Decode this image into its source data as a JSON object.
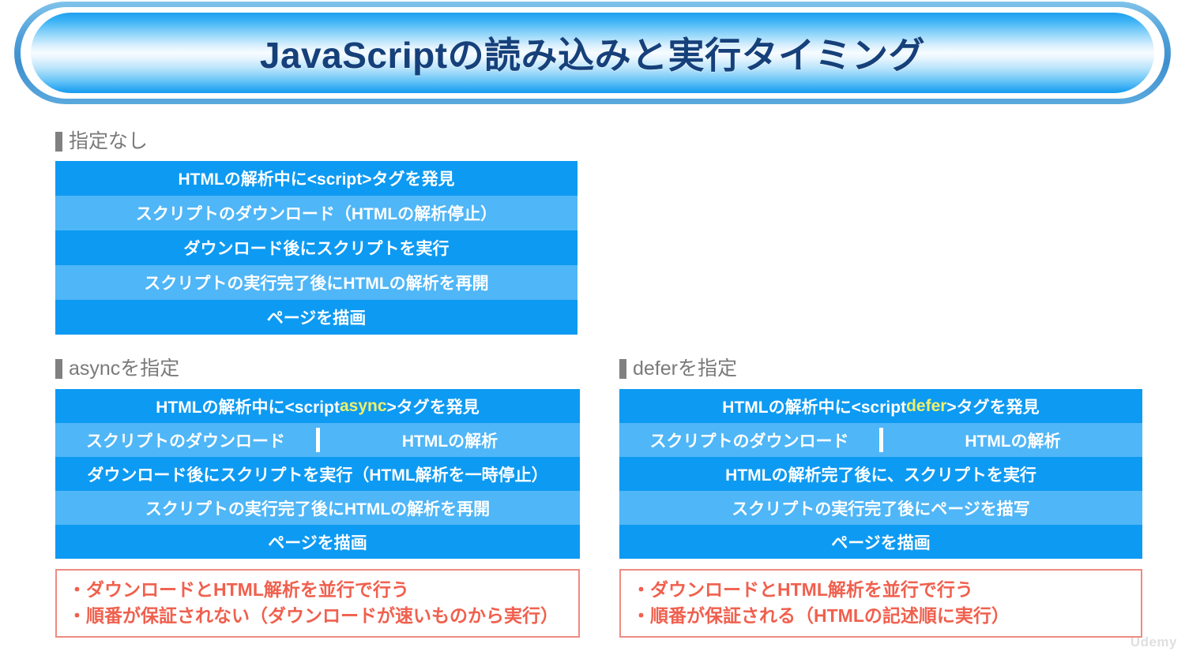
{
  "slide": {
    "title": "JavaScriptの読み込みと実行タイミング",
    "watermark": "Udemy",
    "accent_dark_blue": "#0d9af2",
    "accent_light_blue": "#4fb6f7",
    "keyword_yellow": "#eef06a",
    "note_red": "#f0604e",
    "note_border": "#ef8b80",
    "heading_gray": "#7a7a7a",
    "title_text_color": "#16407a"
  },
  "sections": [
    {
      "id": "no-attribute",
      "heading": "指定なし",
      "rows": [
        {
          "type": "single",
          "text": "HTMLの解析中に<script>タグを発見",
          "shade": "dark"
        },
        {
          "type": "single",
          "text": "スクリプトのダウンロード（HTMLの解析停止）",
          "shade": "light"
        },
        {
          "type": "single",
          "text": "ダウンロード後にスクリプトを実行",
          "shade": "dark"
        },
        {
          "type": "single",
          "text": "スクリプトの実行完了後にHTMLの解析を再開",
          "shade": "light"
        },
        {
          "type": "single",
          "text": "ページを描画",
          "shade": "dark"
        }
      ],
      "note": null
    },
    {
      "id": "async",
      "heading": "asyncを指定",
      "rows": [
        {
          "type": "keyword",
          "prefix": "HTMLの解析中に<script ",
          "keyword": "async",
          "suffix": ">タグを発見",
          "shade": "dark"
        },
        {
          "type": "split",
          "left": "スクリプトのダウンロード",
          "right": "HTMLの解析",
          "shade": "light"
        },
        {
          "type": "single",
          "text": "ダウンロード後にスクリプトを実行（HTML解析を一時停止）",
          "shade": "dark"
        },
        {
          "type": "single",
          "text": "スクリプトの実行完了後にHTMLの解析を再開",
          "shade": "light"
        },
        {
          "type": "single",
          "text": "ページを描画",
          "shade": "dark"
        }
      ],
      "note": [
        "・ダウンロードとHTML解析を並行で行う",
        "・順番が保証されない（ダウンロードが速いものから実行）"
      ]
    },
    {
      "id": "defer",
      "heading": "deferを指定",
      "rows": [
        {
          "type": "keyword",
          "prefix": "HTMLの解析中に<script ",
          "keyword": "defer",
          "suffix": ">タグを発見",
          "shade": "dark"
        },
        {
          "type": "split",
          "left": "スクリプトのダウンロード",
          "right": "HTMLの解析",
          "shade": "light"
        },
        {
          "type": "single",
          "text": "HTMLの解析完了後に、スクリプトを実行",
          "shade": "dark"
        },
        {
          "type": "single",
          "text": "スクリプトの実行完了後にページを描写",
          "shade": "light"
        },
        {
          "type": "single",
          "text": "ページを描画",
          "shade": "dark"
        }
      ],
      "note": [
        "・ダウンロードとHTML解析を並行で行う",
        "・順番が保証される（HTMLの記述順に実行）"
      ]
    }
  ]
}
